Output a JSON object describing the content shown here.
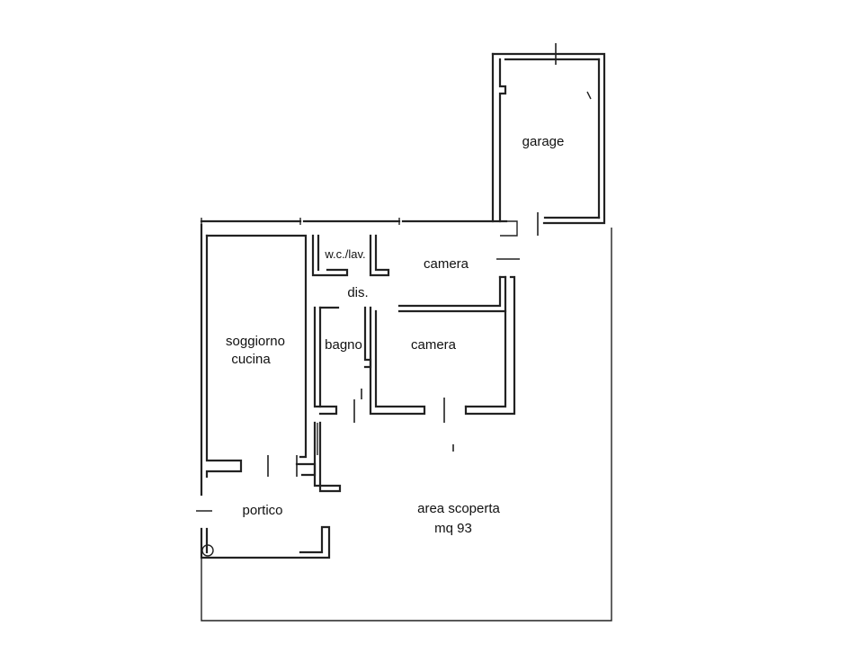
{
  "rooms": {
    "garage": "garage",
    "wc": "w.c./lav.",
    "camera_top": "camera",
    "dis": "dis.",
    "soggiorno": "soggiorno",
    "cucina": "cucina",
    "bagno": "bagno",
    "camera_mid": "camera",
    "portico": "portico",
    "area_scoperta": "area scoperta",
    "area_mq": "mq 93"
  }
}
